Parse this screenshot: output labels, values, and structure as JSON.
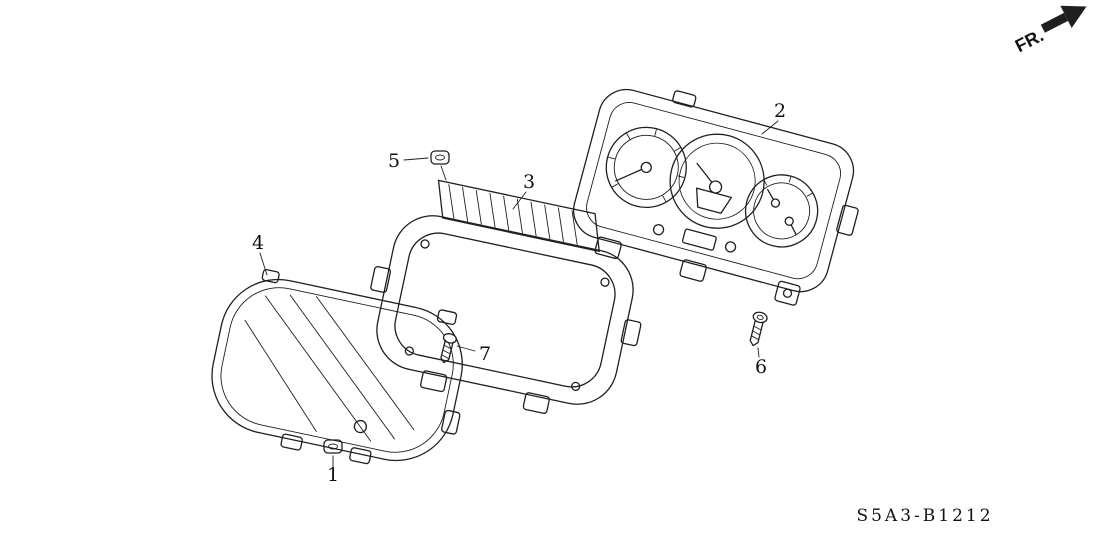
{
  "diagram": {
    "background_color": "#ffffff",
    "line_color": "#1f1f1f",
    "code": "S5A3-B1212",
    "fr_indicator": {
      "label": "FR."
    },
    "callouts": [
      {
        "label": "1"
      },
      {
        "label": "2"
      },
      {
        "label": "3"
      },
      {
        "label": "4"
      },
      {
        "label": "5"
      },
      {
        "label": "6"
      },
      {
        "label": "7"
      }
    ]
  }
}
